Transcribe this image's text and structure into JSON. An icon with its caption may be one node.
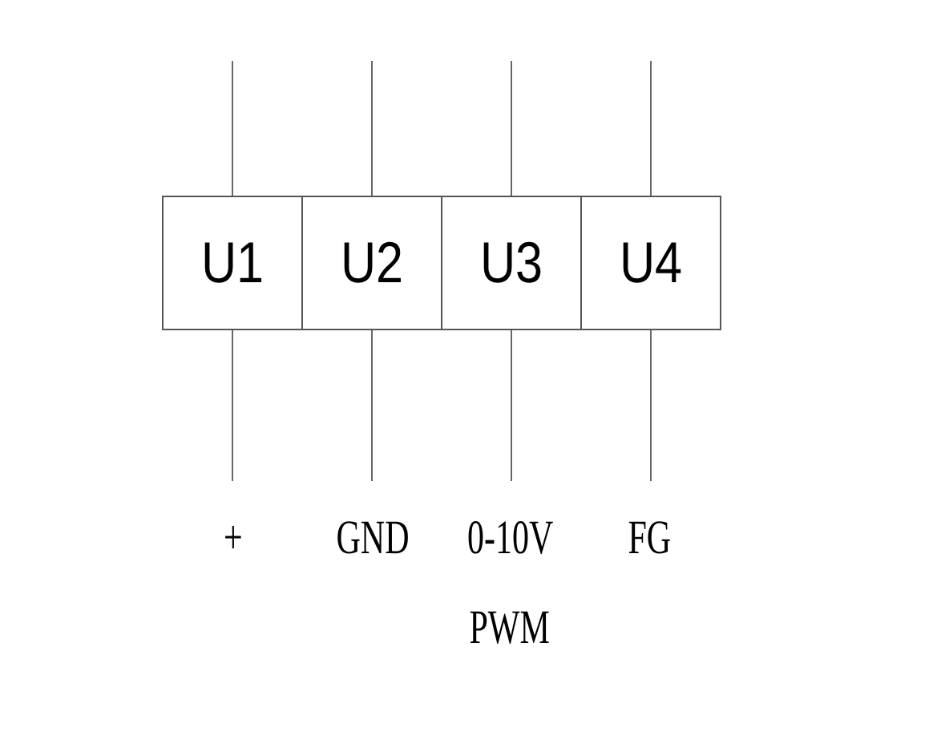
{
  "diagram": {
    "nodes": [
      {
        "text": [
          "U1"
        ]
      },
      {
        "text": [
          "U2"
        ]
      },
      {
        "text": [
          "U3"
        ]
      },
      {
        "text": [
          "U4"
        ]
      },
      {
        "text": [
          "+"
        ]
      },
      {
        "text": [
          "GND"
        ]
      },
      {
        "text": [
          "0-10V",
          "PWM"
        ]
      },
      {
        "text": [
          "FG"
        ]
      }
    ],
    "edges": [
      {
        "from": null,
        "to": 0,
        "arrow": "none"
      },
      {
        "from": null,
        "to": 1,
        "arrow": "none"
      },
      {
        "from": null,
        "to": 2,
        "arrow": "none"
      },
      {
        "from": null,
        "to": 3,
        "arrow": "none"
      },
      {
        "from": 0,
        "to": 4,
        "arrow": "none"
      },
      {
        "from": 1,
        "to": 5,
        "arrow": "none"
      },
      {
        "from": 2,
        "to": 6,
        "arrow": "none"
      },
      {
        "from": 3,
        "to": 7,
        "arrow": "none"
      }
    ]
  }
}
